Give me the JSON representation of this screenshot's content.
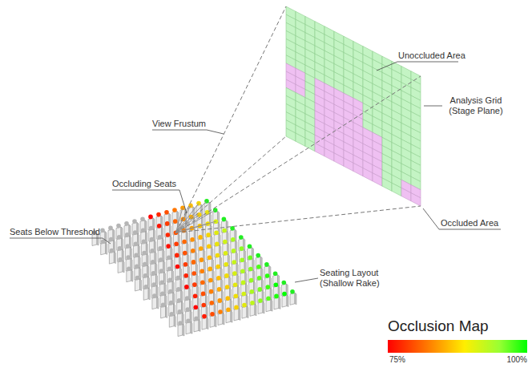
{
  "diagram": {
    "labels": [
      "Unoccluded Area",
      "View Frustum",
      "Analysis Grid (Stage Plane)",
      "Occluding Seats",
      "Occluded Area",
      "Seats Below Threshold",
      "Seating Layout (Shallow Rake)",
      "Occlusion Map",
      "75%",
      "100%"
    ]
  }
}
